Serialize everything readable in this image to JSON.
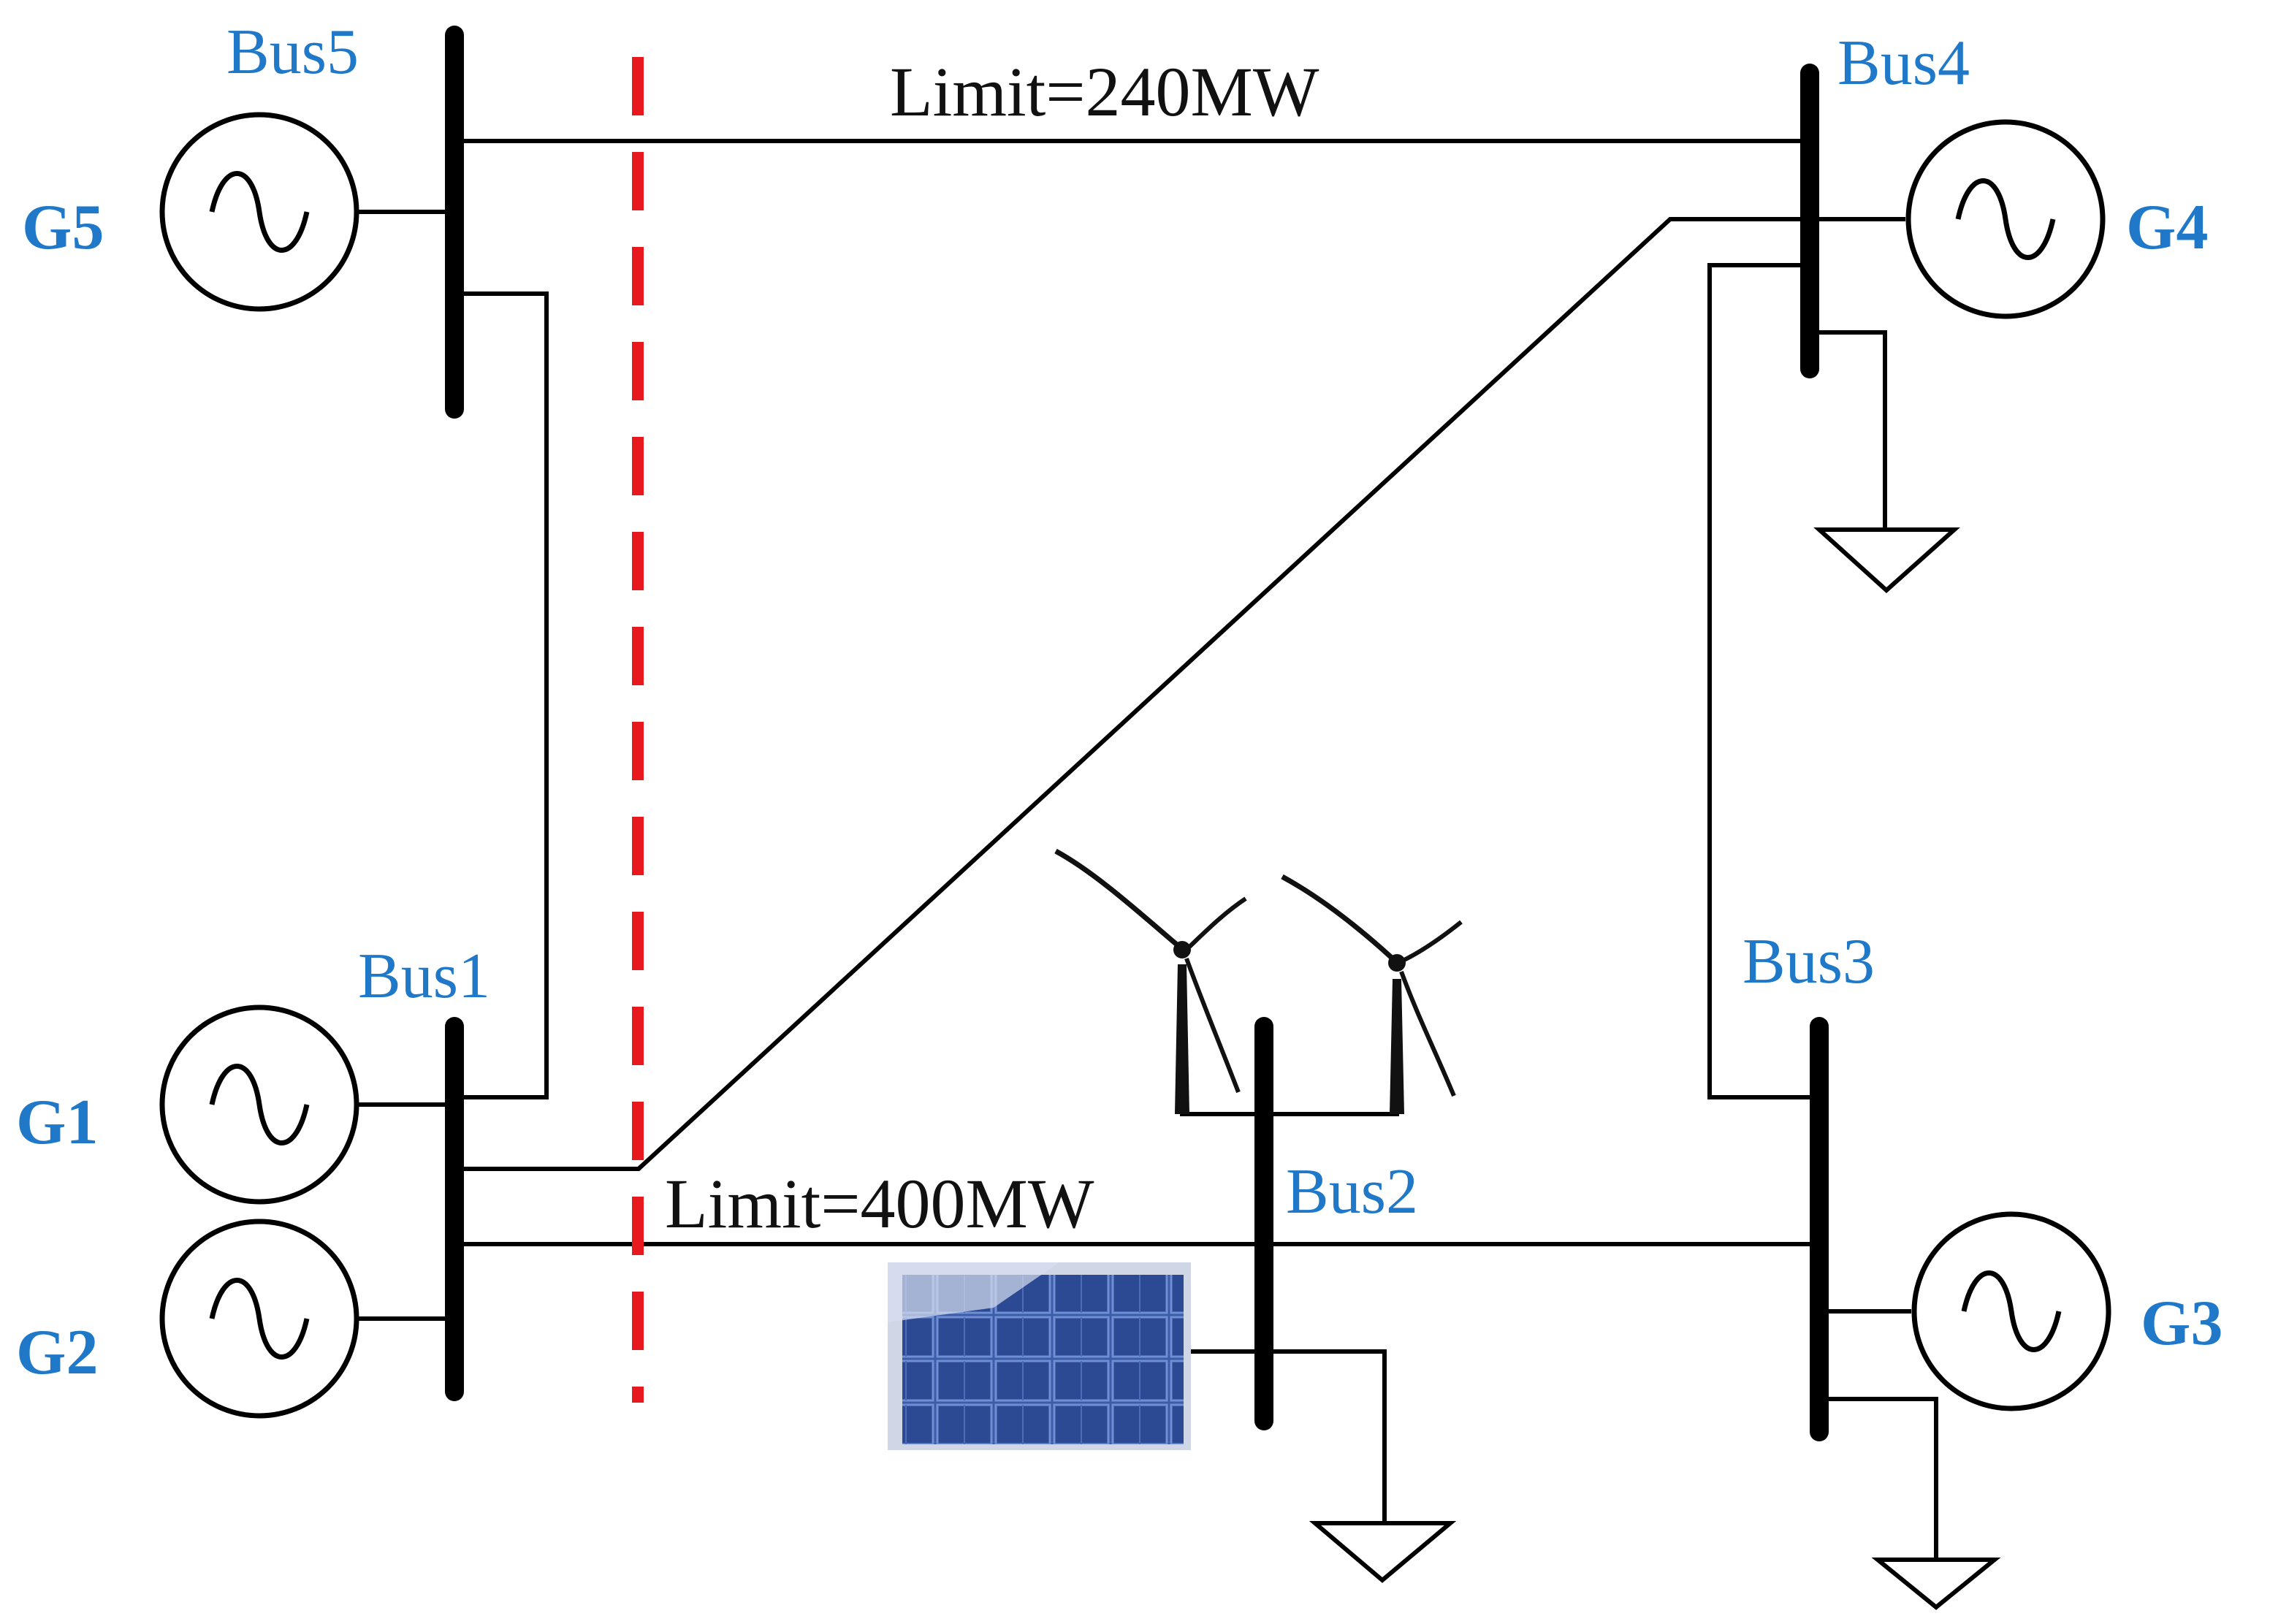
{
  "colors": {
    "label_blue": "#1f78c8",
    "cut_red": "#e8191e",
    "line_black": "#000000",
    "panel_blue": "#2e4f9a"
  },
  "buses": {
    "bus1": "Bus1",
    "bus2": "Bus2",
    "bus3": "Bus3",
    "bus4": "Bus4",
    "bus5": "Bus5"
  },
  "generators": {
    "g1": "G1",
    "g2": "G2",
    "g3": "G3",
    "g4": "G4",
    "g5": "G5"
  },
  "lines": {
    "limit_top": "Limit=240MW",
    "limit_bottom": "Limit=400MW"
  },
  "icons": {
    "generator": "ac-generator-icon",
    "load": "load-triangle-icon",
    "wind": "wind-turbine-icon",
    "solar": "solar-panel-icon"
  }
}
